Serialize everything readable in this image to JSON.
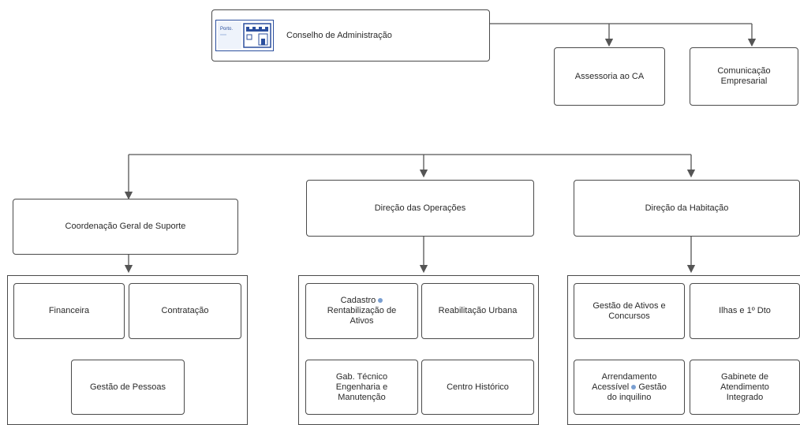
{
  "root": {
    "label": "Conselho de Administração",
    "logo_text": "Porto."
  },
  "staff": {
    "assessoria": "Assessoria ao CA",
    "comunicacao_line1": "Comunicação",
    "comunicacao_line2": "Empresarial"
  },
  "directions": {
    "suporte": {
      "title": "Coordenação Geral de Suporte",
      "units": {
        "financeira": "Financeira",
        "contratacao": "Contratação",
        "pessoas": "Gestão de Pessoas"
      }
    },
    "operacoes": {
      "title": "Direção das Operações",
      "units": {
        "cadastro_l1": "Cadastro",
        "cadastro_l2": "Rentabilização de",
        "cadastro_l3": "Ativos",
        "reabilitacao": "Reabilitação Urbana",
        "gab_l1": "Gab. Técnico",
        "gab_l2": "Engenharia e",
        "gab_l3": "Manutenção",
        "centro": "Centro Histórico"
      }
    },
    "habitacao": {
      "title": "Direção da Habitação",
      "units": {
        "gestao_l1": "Gestão de Ativos e",
        "gestao_l2": "Concursos",
        "ilhas": "Ilhas e 1º Dto",
        "arrend_l1": "Arrendamento",
        "arrend_l2": "Acessível",
        "arrend_l2b": "Gestão",
        "arrend_l3": "do inquilino",
        "gabinete_l1": "Gabinete de",
        "gabinete_l2": "Atendimento",
        "gabinete_l3": "Integrado"
      }
    }
  },
  "colors": {
    "border": "#4a4a4a",
    "line": "#555555",
    "logo_blue": "#2b4f9e",
    "dot": "#7a9fd1"
  }
}
